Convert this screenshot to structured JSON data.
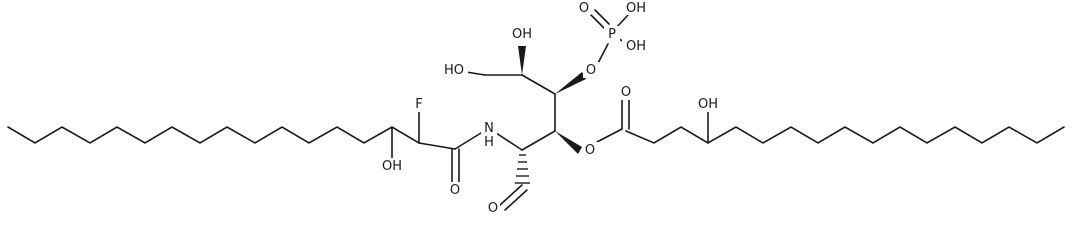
{
  "molecule": {
    "atoms": {
      "f": "F",
      "oh_left": "OH",
      "nh": "N",
      "nh_h": "H",
      "amide_o": "O",
      "ald_o": "O",
      "ester_o": "O",
      "ester_co": "O",
      "oh_chain": "OH",
      "phos_o": "O",
      "p": "P",
      "p_dbl_o": "O",
      "p_oh1": "OH",
      "p_oh2": "OH",
      "ho_ch2": "HO",
      "oh_c5": "OH"
    }
  }
}
